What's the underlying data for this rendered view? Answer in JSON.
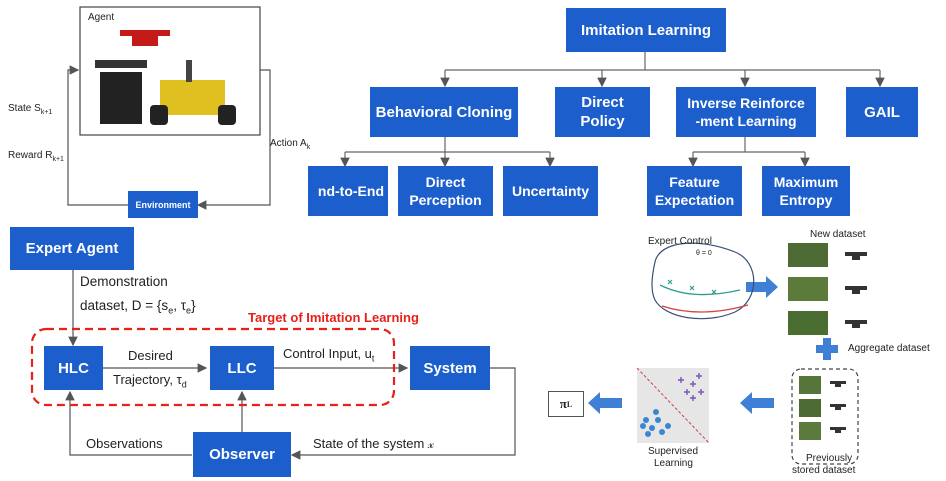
{
  "rl_loop": {
    "agent_label": "Agent",
    "state_label": "State S",
    "state_sub": "k+1",
    "reward_label": "Reward R",
    "reward_sub": "k+1",
    "action_label": "Action A",
    "action_sub": "k",
    "environment_label": "Environment"
  },
  "taxonomy": {
    "root": "Imitation Learning",
    "behavioral_cloning": "Behavioral Cloning",
    "direct_policy": "Direct\nPolicy",
    "irl": "Inverse Reinforce\n-ment Learning",
    "gail": "GAIL",
    "end_to_end": "nd-to-End",
    "direct_perception": "Direct\nPerception",
    "uncertainty": "Uncertainty",
    "feature_expectation": "Feature\nExpectation",
    "maximum_entropy": "Maximum\nEntropy"
  },
  "control": {
    "expert_agent": "Expert Agent",
    "demo_line1": "Demonstration",
    "demo_line2": "dataset, D = {s",
    "demo_sub_e1": "e",
    "demo_mid": ", τ",
    "demo_sub_e2": "e",
    "demo_end": "}",
    "target_label": "Target of Imitation Learning",
    "hlc": "HLC",
    "llc": "LLC",
    "system": "System",
    "observer": "Observer",
    "desired": "Desired",
    "trajectory": "Trajectory, τ",
    "trajectory_sub": "d",
    "control_input": "Control Input, u",
    "control_input_sub": "t",
    "observations": "Observations",
    "state_of_system": "State of the system 𝓍"
  },
  "dagger": {
    "expert_control": "Expert Control",
    "new_dataset": "New dataset",
    "aggregate_dataset": "Aggregate dataset",
    "previously_stored_line1": "Previously",
    "previously_stored_line2": "stored dataset",
    "supervised_line1": "Supervised",
    "supervised_line2": "Learning",
    "policy_symbol": "π",
    "policy_sub": "L",
    "theta_label": "θ = 0"
  },
  "colors": {
    "box_blue": "#1c5fcc",
    "arrow_blue": "#3f7fd6",
    "target_red": "#e8201a"
  }
}
